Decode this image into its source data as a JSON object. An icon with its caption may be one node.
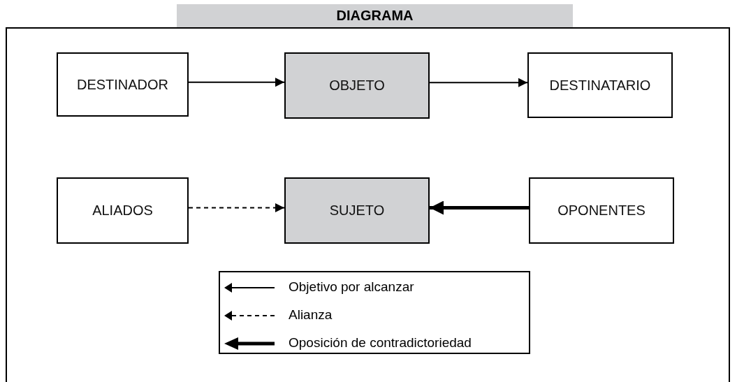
{
  "diagram": {
    "title": "DIAGRAMA",
    "nodes": [
      {
        "text": [
          "DESTINADOR"
        ]
      },
      {
        "text": [
          "OBJETO"
        ]
      },
      {
        "text": [
          "DESTINATARIO"
        ]
      },
      {
        "text": [
          "ALIADOS"
        ]
      },
      {
        "text": [
          "SUJETO"
        ]
      },
      {
        "text": [
          "OPONENTES"
        ]
      }
    ],
    "edges": [
      {
        "from": 0,
        "to": 1,
        "arrow": "to"
      },
      {
        "from": 1,
        "to": 2,
        "arrow": "to"
      },
      {
        "from": 3,
        "to": 4,
        "arrow": "to",
        "style": "dashed"
      },
      {
        "from": 5,
        "to": 4,
        "arrow": "to",
        "style": "thick"
      }
    ],
    "legend": [
      {
        "text": "Objetivo por alcanzar"
      },
      {
        "text": "Alianza"
      },
      {
        "text": "Oposición de contradictoriedad"
      }
    ]
  }
}
